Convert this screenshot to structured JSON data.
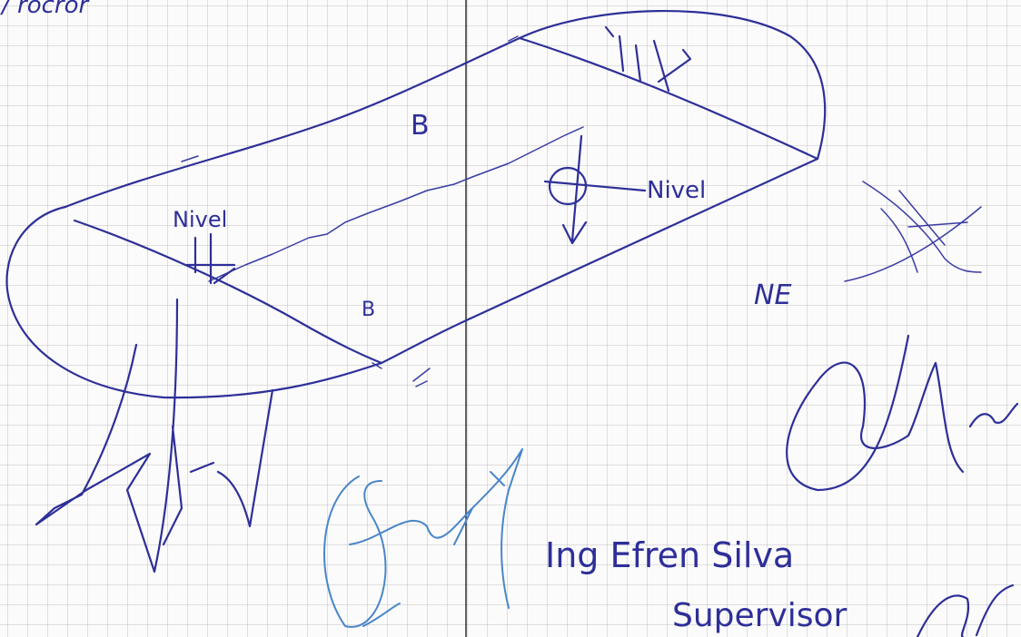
{
  "sheet": {
    "top_fragment": "/ rocror",
    "zone_a_label": "B",
    "zone_b_label": "B",
    "level_label_left": "Nivel",
    "level_label_right": "Nivel",
    "north_label": "NE",
    "author_name": "Ing  Efren  Silva",
    "author_role": "Supervisor"
  },
  "colors": {
    "paper": "#fbfbfb",
    "grid": "#9a9a9a",
    "ink_dark_blue": "#2e2f98",
    "ink_light_blue": "#4a86c8",
    "center_fold": "#111111"
  }
}
